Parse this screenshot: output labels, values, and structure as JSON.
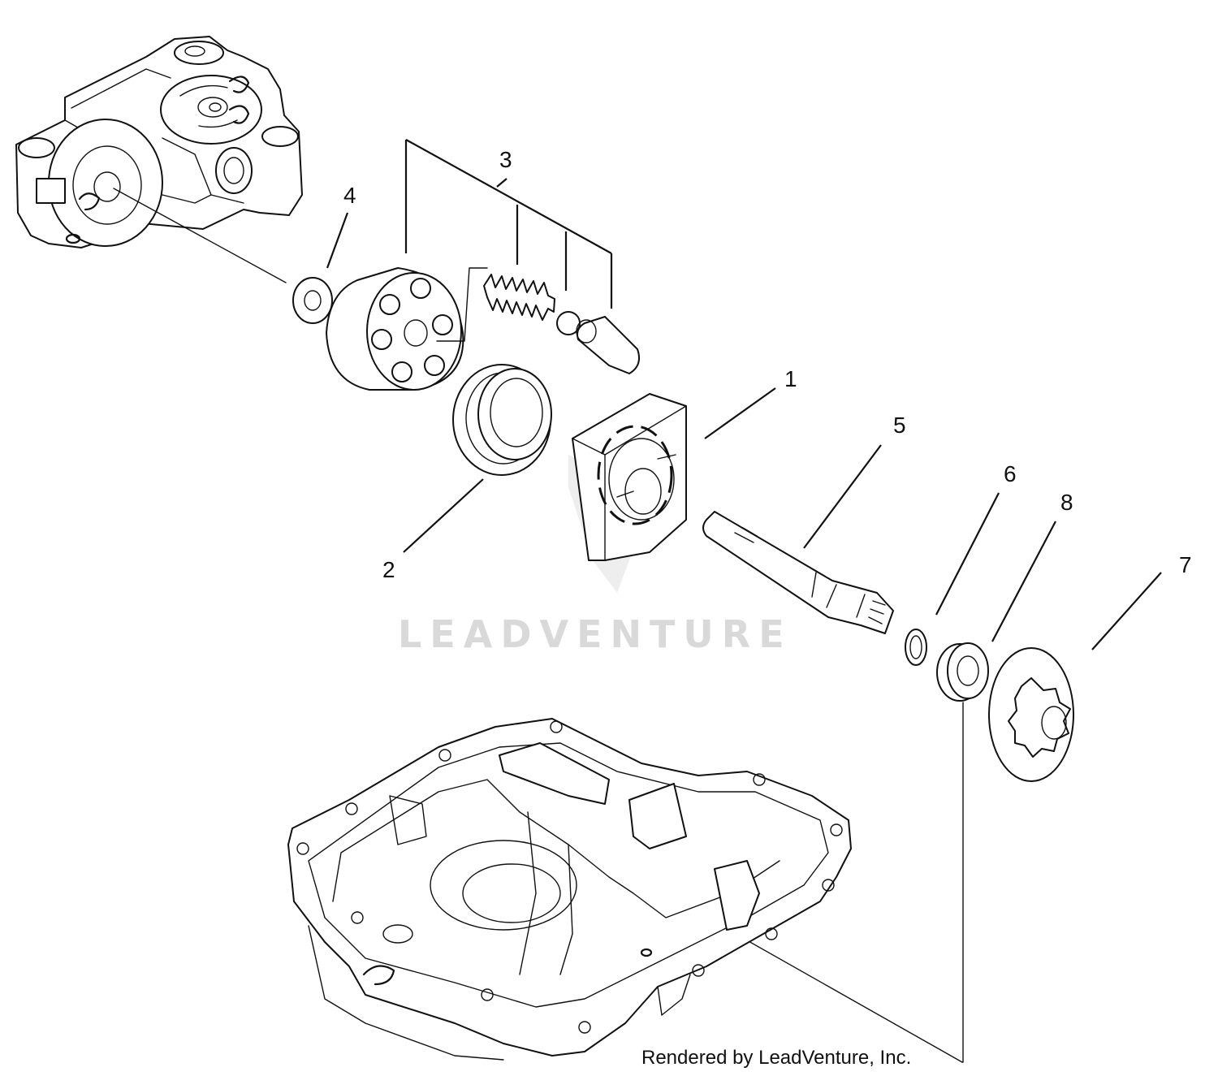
{
  "callouts": [
    "1",
    "2",
    "3",
    "4",
    "5",
    "6",
    "7",
    "8"
  ],
  "watermark": "LEADVENTURE",
  "credit": "Rendered by LeadVenture, Inc."
}
